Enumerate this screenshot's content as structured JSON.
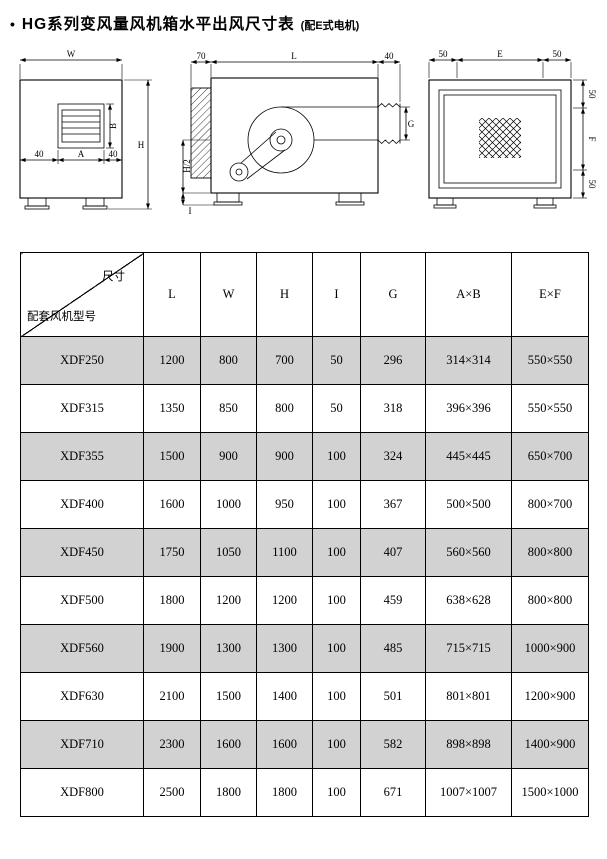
{
  "page": {
    "bullet": "•",
    "title": "HG系列变风量风机箱水平出风尺寸表",
    "subtitle": "(配E式电机)"
  },
  "drawings": {
    "front": {
      "dim_w": "W",
      "dim_b": "B",
      "dim_a": "A",
      "dim_40_left": "40",
      "dim_40_right": "40",
      "dim_h": "H"
    },
    "side": {
      "dim_70": "70",
      "dim_l": "L",
      "dim_40": "40",
      "dim_g": "G",
      "dim_h2": "H/2",
      "dim_i": "I"
    },
    "back": {
      "dim_50_top_left": "50",
      "dim_e": "E",
      "dim_50_top_right": "50",
      "dim_50_right_top": "50",
      "dim_f": "F",
      "dim_50_right_bottom": "50"
    }
  },
  "table": {
    "corner_top": "尺寸",
    "corner_bottom": "配套风机型号",
    "columns": [
      "L",
      "W",
      "H",
      "I",
      "G",
      "A×B",
      "E×F"
    ],
    "shaded_row_color": "#d2d2d2",
    "rows": [
      {
        "model": "XDF250",
        "values": [
          "1200",
          "800",
          "700",
          "50",
          "296",
          "314×314",
          "550×550"
        ]
      },
      {
        "model": "XDF315",
        "values": [
          "1350",
          "850",
          "800",
          "50",
          "318",
          "396×396",
          "550×550"
        ]
      },
      {
        "model": "XDF355",
        "values": [
          "1500",
          "900",
          "900",
          "100",
          "324",
          "445×445",
          "650×700"
        ]
      },
      {
        "model": "XDF400",
        "values": [
          "1600",
          "1000",
          "950",
          "100",
          "367",
          "500×500",
          "800×700"
        ]
      },
      {
        "model": "XDF450",
        "values": [
          "1750",
          "1050",
          "1100",
          "100",
          "407",
          "560×560",
          "800×800"
        ]
      },
      {
        "model": "XDF500",
        "values": [
          "1800",
          "1200",
          "1200",
          "100",
          "459",
          "638×628",
          "800×800"
        ]
      },
      {
        "model": "XDF560",
        "values": [
          "1900",
          "1300",
          "1300",
          "100",
          "485",
          "715×715",
          "1000×900"
        ]
      },
      {
        "model": "XDF630",
        "values": [
          "2100",
          "1500",
          "1400",
          "100",
          "501",
          "801×801",
          "1200×900"
        ]
      },
      {
        "model": "XDF710",
        "values": [
          "2300",
          "1600",
          "1600",
          "100",
          "582",
          "898×898",
          "1400×900"
        ]
      },
      {
        "model": "XDF800",
        "values": [
          "2500",
          "1800",
          "1800",
          "100",
          "671",
          "1007×1007",
          "1500×1000"
        ]
      }
    ]
  }
}
